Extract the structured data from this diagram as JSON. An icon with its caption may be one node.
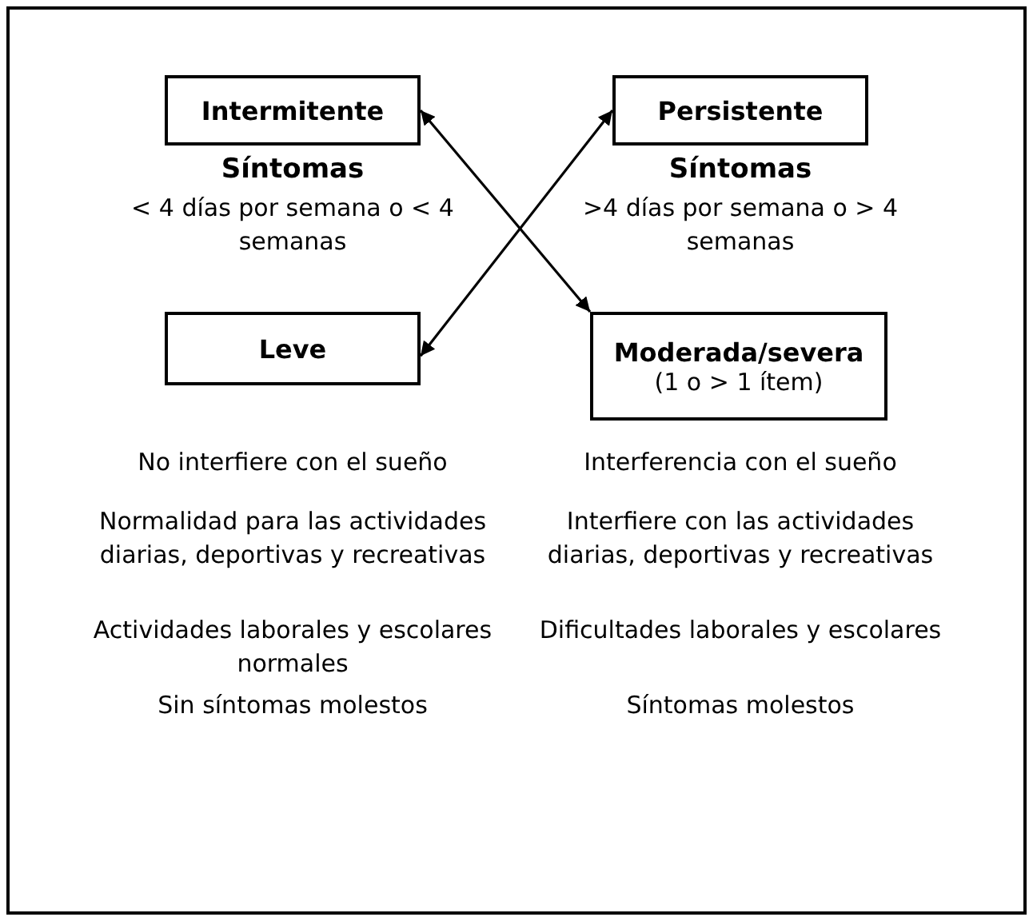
{
  "diagram": {
    "nodes": [
      {
        "text": [
          "Intermitente"
        ]
      },
      {
        "text": [
          "Persistente"
        ]
      },
      {
        "text": [
          "Leve"
        ]
      },
      {
        "text": [
          "Moderada/severa",
          "(1 o > 1 ítem)"
        ]
      }
    ],
    "edges": [
      {
        "from": 0,
        "to": 3,
        "arrow": "both"
      },
      {
        "from": 2,
        "to": 1,
        "arrow": "both"
      }
    ],
    "labels": [
      "Síntomas",
      "Síntomas",
      "< 4 días por semana o < 4 semanas",
      ">4 días por semana o > 4 semanas",
      "No interfiere con el sueño",
      "Interferencia con el sueño",
      "Normalidad para las actividades diarias, deportivas y recreativas",
      "Interfiere con las actividades diarias, deportivas y recreativas",
      "Actividades laborales y escolares normales",
      "Dificultades laborales y escolares",
      "Sin síntomas molestos",
      "Síntomas molestos"
    ]
  }
}
